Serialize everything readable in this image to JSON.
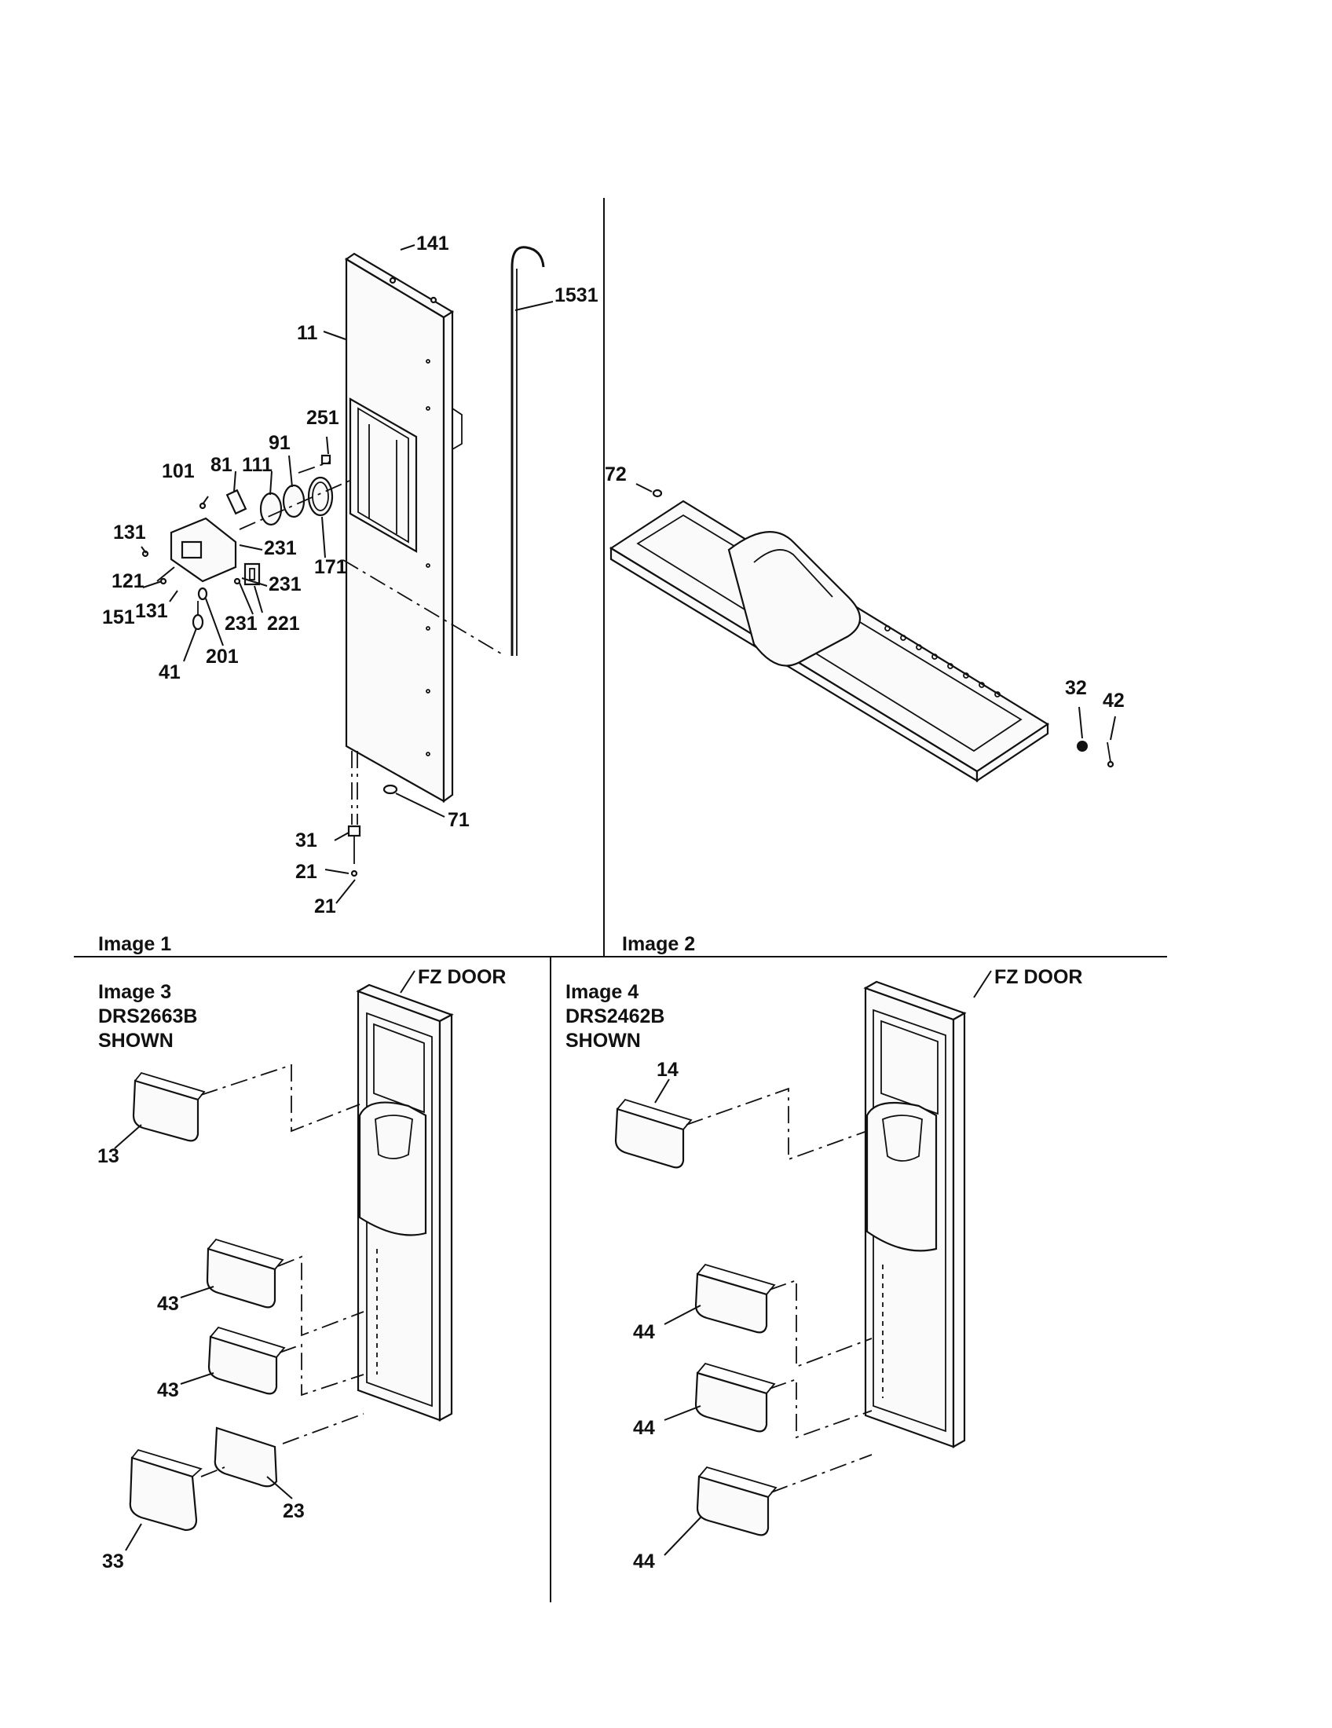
{
  "panels": [
    {
      "id": "image1",
      "title_lines": [
        "Image 1"
      ]
    },
    {
      "id": "image2",
      "title_lines": [
        "Image 2"
      ]
    },
    {
      "id": "image3",
      "title_lines": [
        "Image 3",
        "DRS2663B",
        "SHOWN"
      ],
      "door_label": "FZ DOOR"
    },
    {
      "id": "image4",
      "title_lines": [
        "Image 4",
        "DRS2462B",
        "SHOWN"
      ],
      "door_label": "FZ DOOR"
    }
  ],
  "image1_labels": [
    "141",
    "11",
    "1531",
    "251",
    "91",
    "111",
    "81",
    "101",
    "131",
    "231",
    "121",
    "231",
    "151",
    "131",
    "171",
    "231",
    "221",
    "201",
    "41",
    "71",
    "31",
    "21",
    "21"
  ],
  "image2_labels": [
    "72",
    "32",
    "42"
  ],
  "image3_labels": [
    "13",
    "43",
    "43",
    "23",
    "33"
  ],
  "image4_labels": [
    "14",
    "44",
    "44",
    "44"
  ]
}
